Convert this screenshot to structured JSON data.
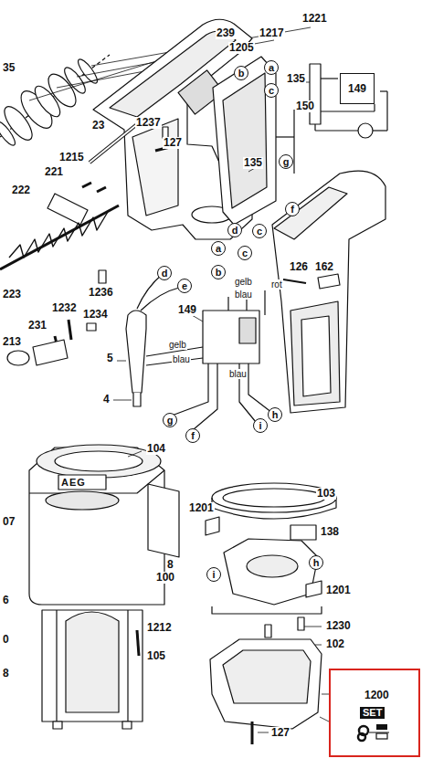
{
  "diagram": {
    "nodes": [
      {
        "text": [
          "a"
        ]
      },
      {
        "text": [
          "b"
        ]
      },
      {
        "text": [
          "149"
        ]
      },
      {
        "text": [
          "c"
        ]
      },
      {
        "text": [
          "g"
        ]
      },
      {
        "text": [
          "f"
        ]
      },
      {
        "text": [
          "d"
        ]
      },
      {
        "text": [
          "c"
        ]
      },
      {
        "text": [
          "a"
        ]
      },
      {
        "text": [
          "c"
        ]
      },
      {
        "text": [
          "b"
        ]
      },
      {
        "text": [
          "d"
        ]
      },
      {
        "text": [
          "e"
        ]
      },
      {
        "text": [
          "h"
        ]
      },
      {
        "text": [
          "g"
        ]
      },
      {
        "text": [
          "i"
        ]
      },
      {
        "text": [
          "f"
        ]
      },
      {
        "text": [
          "h"
        ]
      },
      {
        "text": [
          "i"
        ]
      },
      {
        "text": [
          "1200",
          "SET"
        ]
      }
    ],
    "labels": [
      "239",
      "1205",
      "1217",
      "1221",
      "35",
      "135",
      "150",
      "23",
      "1237",
      "127",
      "135",
      "1215",
      "221",
      "222",
      "1236",
      "223",
      "1232",
      "1234",
      "231",
      "213",
      "126",
      "162",
      "rot",
      "gelb",
      "blau",
      "149",
      "5",
      "gelb",
      "blau",
      "blau",
      "4",
      "104",
      "07",
      "AEG",
      "8",
      "100",
      "6",
      "0",
      "8",
      "1212",
      "105",
      "103",
      "1201",
      "138",
      "1201",
      "1230",
      "102",
      "127"
    ]
  }
}
